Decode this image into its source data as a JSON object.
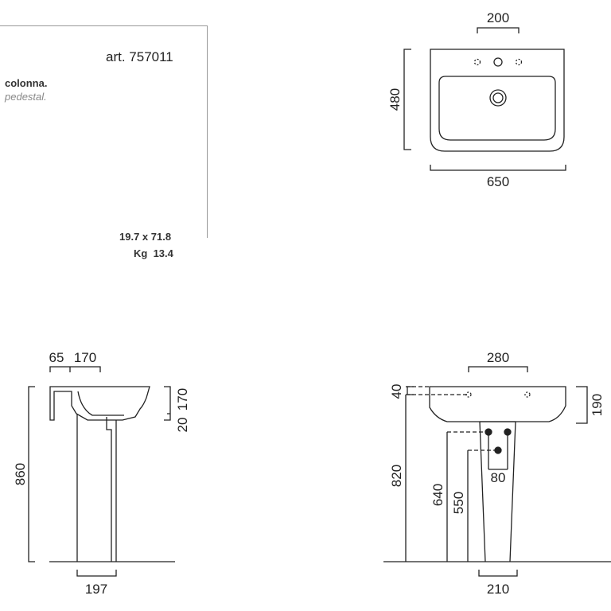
{
  "article": "art. 757011",
  "description_it": "colonna.",
  "description_en": "pedestal.",
  "package_dims": "19.7 x 71.8",
  "weight_label": "Kg",
  "weight_value": "13.4",
  "top_view": {
    "width": "650",
    "depth": "480",
    "tap_spacing": "200"
  },
  "side_view": {
    "d65": "65",
    "d170_top": "170",
    "height": "860",
    "d170_right": "170",
    "d20": "20",
    "base": "197"
  },
  "front_view": {
    "top": "280",
    "d40": "40",
    "d190": "190",
    "d820": "820",
    "d640": "640",
    "d550": "550",
    "d80": "80",
    "base": "210"
  }
}
